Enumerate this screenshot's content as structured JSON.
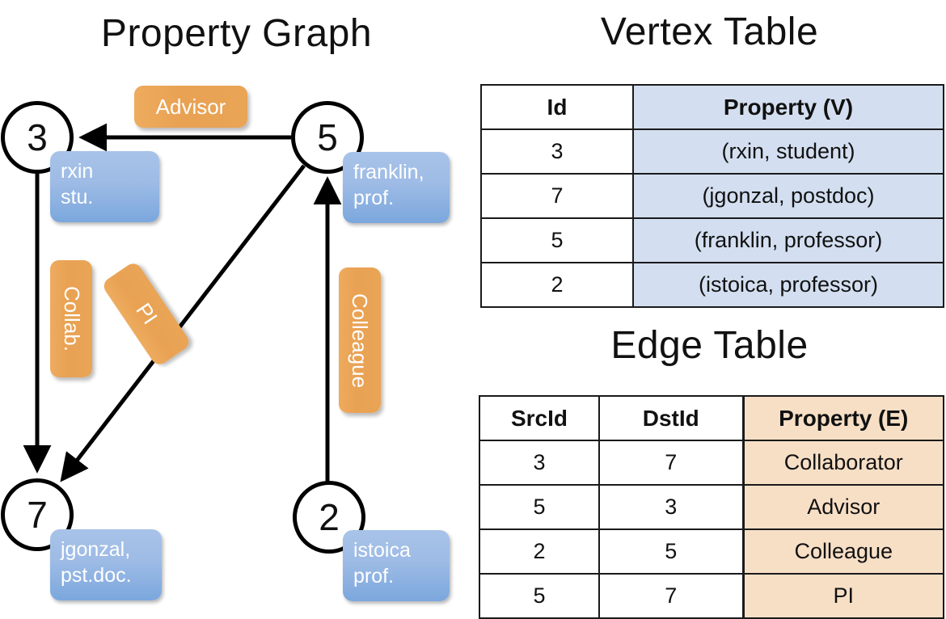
{
  "graph": {
    "title": "Property Graph",
    "nodes": [
      {
        "id": "3",
        "name": "node-3",
        "property_lines": [
          "rxin",
          "stu."
        ]
      },
      {
        "id": "5",
        "name": "node-5",
        "property_lines": [
          "franklin,",
          "prof."
        ]
      },
      {
        "id": "7",
        "name": "node-7",
        "property_lines": [
          "jgonzal,",
          "pst.doc."
        ]
      },
      {
        "id": "2",
        "name": "node-2",
        "property_lines": [
          "istoica",
          "prof."
        ]
      }
    ],
    "edge_labels": [
      {
        "label": "Advisor",
        "src": "5",
        "dst": "3",
        "orientation": "horizontal"
      },
      {
        "label": "Collab.",
        "src": "3",
        "dst": "7",
        "orientation": "vertical"
      },
      {
        "label": "PI",
        "src": "5",
        "dst": "7",
        "orientation": "diagonal"
      },
      {
        "label": "Colleague",
        "src": "2",
        "dst": "5",
        "orientation": "vertical"
      }
    ]
  },
  "vertex_table": {
    "title": "Vertex Table",
    "headers": [
      "Id",
      "Property (V)"
    ],
    "rows": [
      {
        "id": "3",
        "property": "(rxin, student)"
      },
      {
        "id": "7",
        "property": "(jgonzal, postdoc)"
      },
      {
        "id": "5",
        "property": "(franklin, professor)"
      },
      {
        "id": "2",
        "property": "(istoica, professor)"
      }
    ]
  },
  "edge_table": {
    "title": "Edge Table",
    "headers": [
      "SrcId",
      "DstId",
      "Property (E)"
    ],
    "rows": [
      {
        "src": "3",
        "dst": "7",
        "property": "Collaborator"
      },
      {
        "src": "5",
        "dst": "3",
        "property": "Advisor"
      },
      {
        "src": "2",
        "dst": "5",
        "property": "Colleague"
      },
      {
        "src": "5",
        "dst": "7",
        "property": "PI"
      }
    ]
  },
  "colors": {
    "vertex_property_fill": "#d3dff0",
    "edge_property_fill": "#f7dfc6",
    "vertex_callout": "#7ba7dd",
    "edge_callout": "#e9a254",
    "stroke": "#000000"
  }
}
